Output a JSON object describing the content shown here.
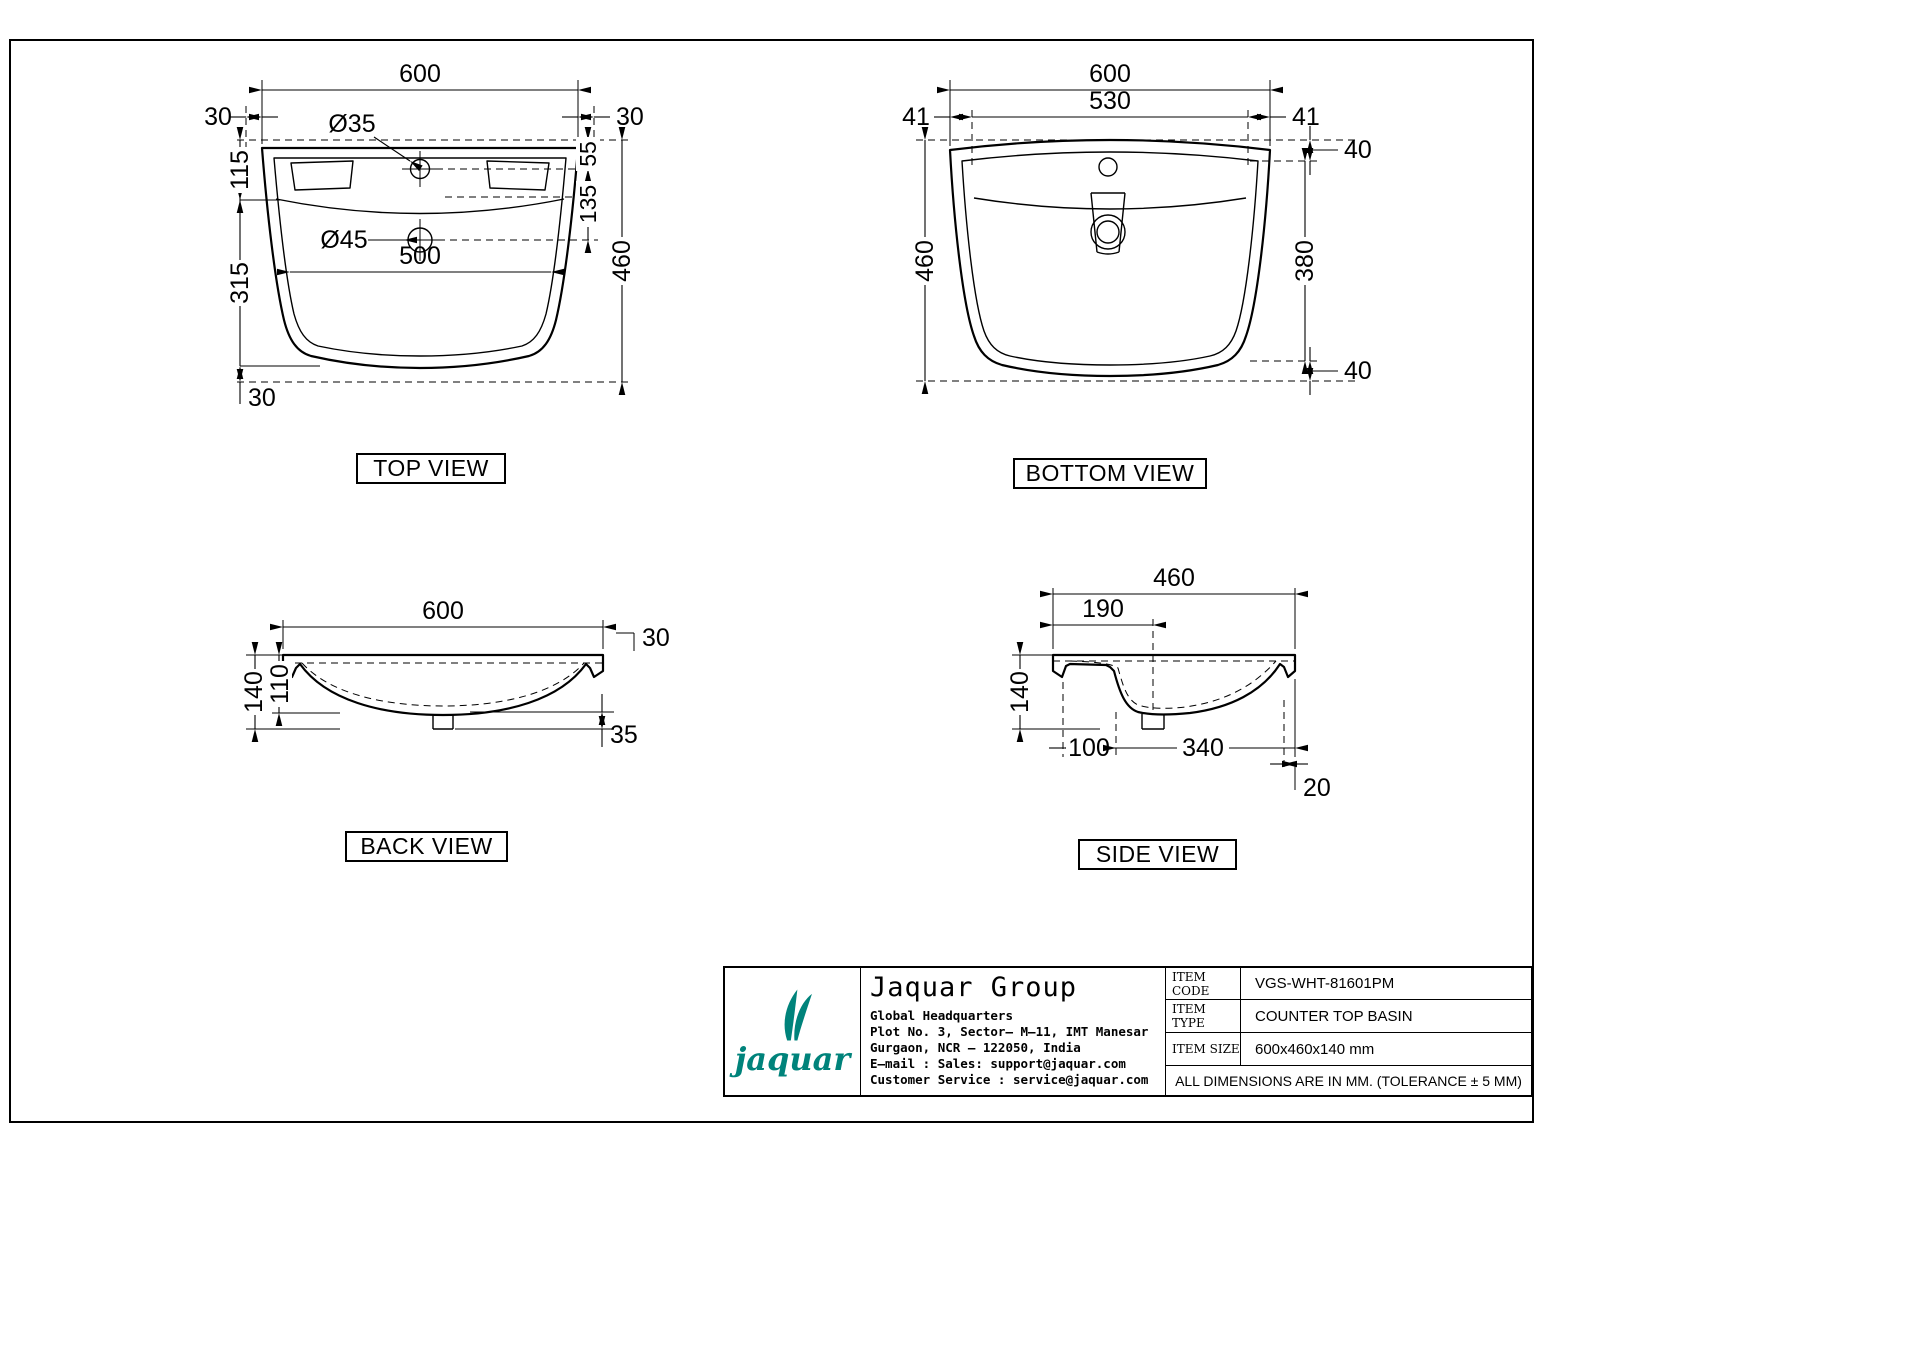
{
  "sheet": {
    "views": {
      "top": {
        "label": "TOP VIEW",
        "dims": {
          "overall_width": "600",
          "left_offset": "30",
          "right_offset": "30",
          "faucet_hole_dia": "Ø35",
          "drain_hole_dia": "Ø45",
          "back_ledge_depth": "115",
          "faucet_from_edge": "55",
          "faucet_to_drain": "135",
          "overall_depth": "460",
          "inner_width": "500",
          "bowl_depth": "315",
          "front_overhang": "30"
        }
      },
      "bottom": {
        "label": "BOTTOM VIEW",
        "dims": {
          "overall_width": "600",
          "left_inset": "41",
          "inner_width": "530",
          "right_inset": "41",
          "top_inset": "40",
          "overall_depth": "460",
          "inner_depth": "380",
          "bottom_inset": "40"
        }
      },
      "back": {
        "label": "BACK VIEW",
        "dims": {
          "overall_width": "600",
          "rim_offset": "30",
          "overall_height": "140",
          "bowl_height": "110",
          "drain_offset": "35"
        }
      },
      "side": {
        "label": "SIDE VIEW",
        "dims": {
          "overall_depth": "460",
          "drain_from_back": "190",
          "overall_height": "140",
          "back_seg": "100",
          "bowl_seg": "340",
          "front_lip": "20"
        }
      }
    },
    "title_block": {
      "logo_word": "jaquar",
      "company": "Jaquar Group",
      "address_lines": [
        "Global Headquarters",
        "Plot No. 3, Sector– M–11, IMT Manesar",
        "Gurgaon, NCR – 122050, India",
        "E–mail : Sales: support@jaquar.com",
        "Customer Service : service@jaquar.com"
      ],
      "item_code_label": "ITEM CODE",
      "item_code": "VGS-WHT-81601PM",
      "item_type_label": "ITEM TYPE",
      "item_type": "COUNTER TOP BASIN",
      "item_size_label": "ITEM SIZE",
      "item_size": "600x460x140 mm",
      "tolerance_note": "ALL DIMENSIONS ARE IN MM. (TOLERANCE ± 5 MM)",
      "brand_color": "#00837b"
    }
  }
}
